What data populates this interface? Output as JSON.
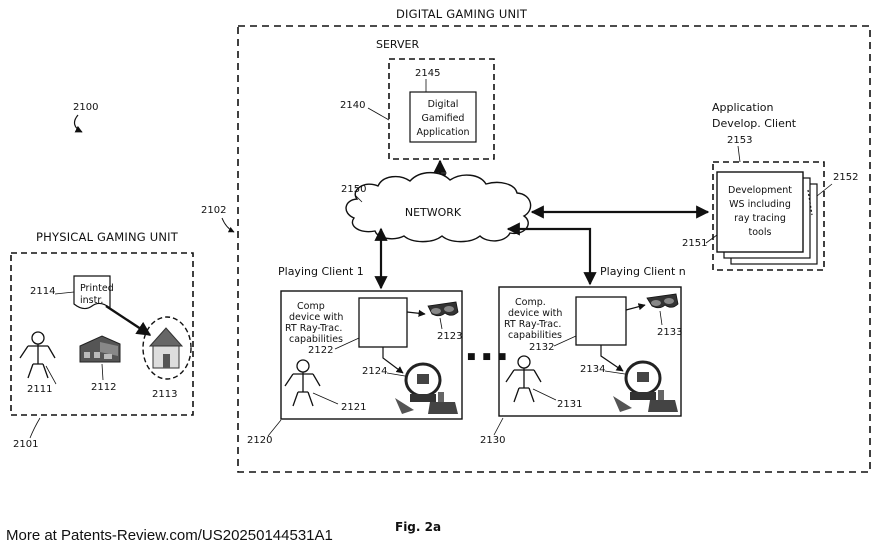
{
  "figure": {
    "overall_ref": "2100",
    "digital_unit": {
      "title": "DIGITAL GAMING UNIT",
      "ref": "2102"
    },
    "server": {
      "title": "SERVER",
      "ref": "2140",
      "app_ref": "2145",
      "app_label_1": "Digital",
      "app_label_2": "Gamified",
      "app_label_3": "Application"
    },
    "network": {
      "label": "NETWORK",
      "ref": "2150"
    },
    "dev_client": {
      "title_1": "Application",
      "title_2": "Develop. Client",
      "ref": "2153",
      "ws_ref": "2151",
      "stack_ref": "2152",
      "ws_1": "Development",
      "ws_2": "WS including",
      "ws_3": "ray tracing",
      "ws_4": "tools"
    },
    "physical_unit": {
      "title": "PHYSICAL GAMING UNIT",
      "ref": "2101",
      "instr_ref": "2114",
      "instr_1": "Printed",
      "instr_2": "instr.",
      "person_ref": "2111",
      "building_ref": "2112",
      "house_ref": "2113"
    },
    "client1": {
      "title": "Playing Client 1",
      "ref": "2120",
      "comp_1": "Comp",
      "comp_2": "device with",
      "comp_3": "RT Ray-Trac.",
      "comp_4": "capabilities",
      "comp_ref": "2122",
      "glasses_ref": "2123",
      "wheel_ref": "2124",
      "person_ref": "2121"
    },
    "clientn": {
      "title": "Playing Client n",
      "ref": "2130",
      "comp_1": "Comp.",
      "comp_2": "device with",
      "comp_3": "RT Ray-Trac.",
      "comp_4": "capabilities",
      "comp_ref": "2132",
      "glasses_ref": "2133",
      "wheel_ref": "2134",
      "person_ref": "2131"
    },
    "ellipsis": "■ ■ ■",
    "caption": "Fig. 2a"
  },
  "footer": {
    "source": "More at Patents-Review.com/US20250144531A1"
  }
}
